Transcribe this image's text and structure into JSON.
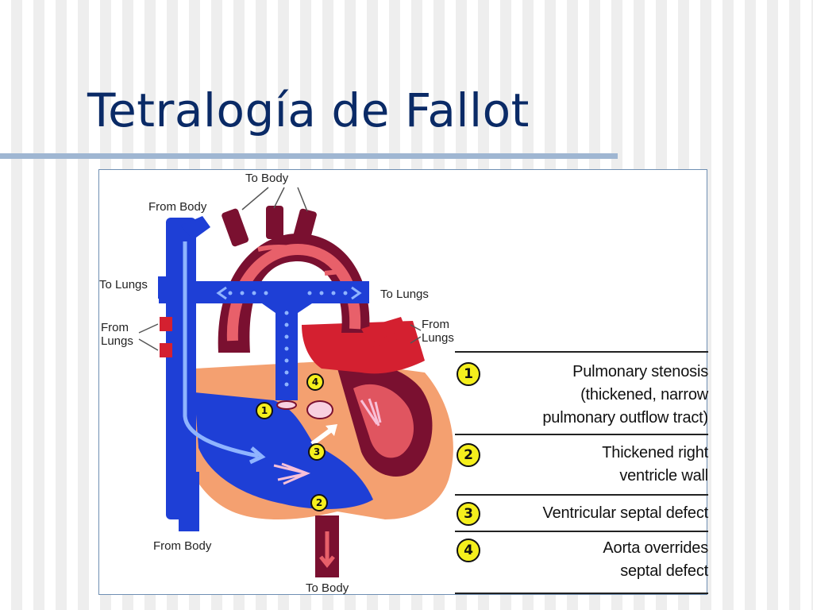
{
  "slide": {
    "title": "Tetralogía de Fallot"
  },
  "diagram": {
    "labels": {
      "to_body_top": "To Body",
      "from_body_top": "From Body",
      "to_lungs_left": "To Lungs",
      "to_lungs_right": "To Lungs",
      "from_lungs_left": [
        "From",
        "Lungs"
      ],
      "from_lungs_right": [
        "From",
        "Lungs"
      ],
      "from_body_bottom": "From Body",
      "to_body_bottom": "To Body"
    },
    "markers": [
      "1",
      "2",
      "3",
      "4"
    ]
  },
  "legend": [
    {
      "number": "1",
      "lines": [
        "Pulmonary stenosis",
        "(thickened, narrow",
        "pulmonary outflow tract)"
      ]
    },
    {
      "number": "2",
      "lines": [
        "Thickened right",
        "ventricle wall"
      ]
    },
    {
      "number": "3",
      "lines": [
        "Ventricular septal defect"
      ]
    },
    {
      "number": "4",
      "lines": [
        "Aorta overrides",
        "septal defect"
      ]
    }
  ],
  "colors": {
    "title": "#0a2a66",
    "deoxygenated_blue": "#1e3fd6",
    "oxygenated_red": "#d42030",
    "aorta_dark": "#7a1030",
    "heart_outline": "#f4a070",
    "marker_yellow": "#f5ef1d"
  }
}
